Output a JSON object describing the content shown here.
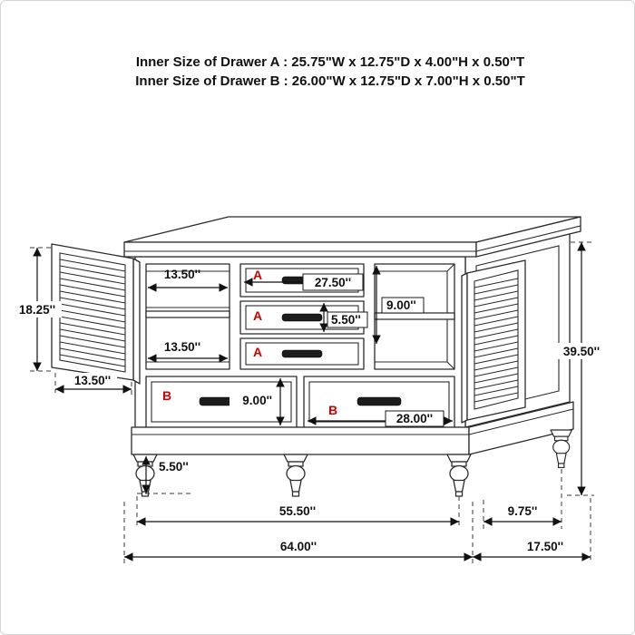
{
  "colors": {
    "red": "#d40000",
    "line": "#2b2b2b",
    "dimline": "#111111"
  },
  "header": {
    "line1": "Inner Size of Drawer A : 25.75\"W x 12.75\"D x 4.00\"H x 0.50\"T",
    "line2": "Inner Size of Drawer B : 26.00\"W x 12.75\"D x 7.00\"H x 0.50\"T"
  },
  "drawer_labels": {
    "a": "A",
    "b": "B"
  },
  "dims": {
    "door_height": "18.25''",
    "shelf_width_top": "13.50''",
    "shelf_width_bottom": "13.50''",
    "door_width": "13.50''",
    "drawer_a_width": "27.50''",
    "drawer_a_stack_height": "9.00''",
    "drawer_a_face_height": "5.50''",
    "drawer_b_height": "9.00''",
    "drawer_b_width": "28.00''",
    "foot_height": "5.50''",
    "overall_height": "39.50''",
    "front_leg_span": "55.50''",
    "side_leg_span": "9.75''",
    "overall_width": "64.00''",
    "overall_depth": "17.50''"
  }
}
